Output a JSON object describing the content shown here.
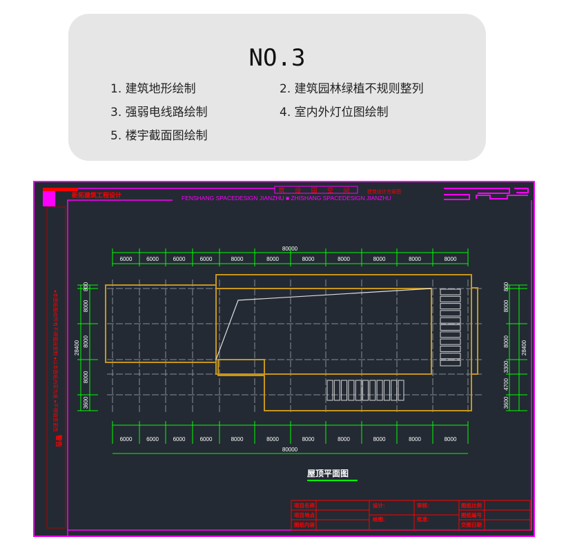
{
  "card": {
    "title": "NO.3",
    "items": [
      "1. 建筑地形绘制",
      "2. 建筑园林绿植不规则整列",
      "3. 强弱电线路绘制",
      "4. 室内外灯位图绘制",
      "5. 楼宇截面图绘制"
    ]
  },
  "drawing": {
    "company": "新拓建筑工程设计",
    "header_box": "筑 设 园 空 间",
    "header_right": "建筑设计方案图",
    "banner": "FENSHANG  SPACEDESIGN  JIANZHU ■ ZHISHANG  SPACEDESIGN  JIANZHU",
    "side_note": "●本图纸版权所有不得擅自复制  ●以本图纸内容为准  ●不得随意更改",
    "side_warning": "警告",
    "top_total": "80000",
    "top_spans": [
      "6000",
      "6000",
      "6000",
      "6000",
      "8000",
      "8000",
      "8000",
      "8000",
      "8000",
      "8000",
      "8000"
    ],
    "bottom_total": "80000",
    "bottom_spans": [
      "6000",
      "6000",
      "6000",
      "6000",
      "8000",
      "8000",
      "8000",
      "8000",
      "8000",
      "8000",
      "8000"
    ],
    "left_total": "28400",
    "left_spans": [
      "800",
      "8000",
      "8000",
      "8000",
      "3600"
    ],
    "right_total": "28400",
    "right_spans": [
      "800",
      "8000",
      "8000",
      "3300",
      "4700",
      "3600"
    ],
    "plan_title": "屋顶平面图",
    "title_block": {
      "project_name": "项目名称",
      "project_site": "项目地点",
      "drawing_content": "图纸内容",
      "design": "设计:",
      "drawn": "绘图:",
      "review": "审核:",
      "approve": "批准:",
      "scale": "图纸比例",
      "number": "图纸编号",
      "date": "交图日期"
    },
    "colors": {
      "background": "#232a33",
      "frame": "#ff00ff",
      "red": "#ff0000",
      "dim": "#00ff00",
      "wall": "#c8961e",
      "grid": "#8a8f96"
    }
  }
}
